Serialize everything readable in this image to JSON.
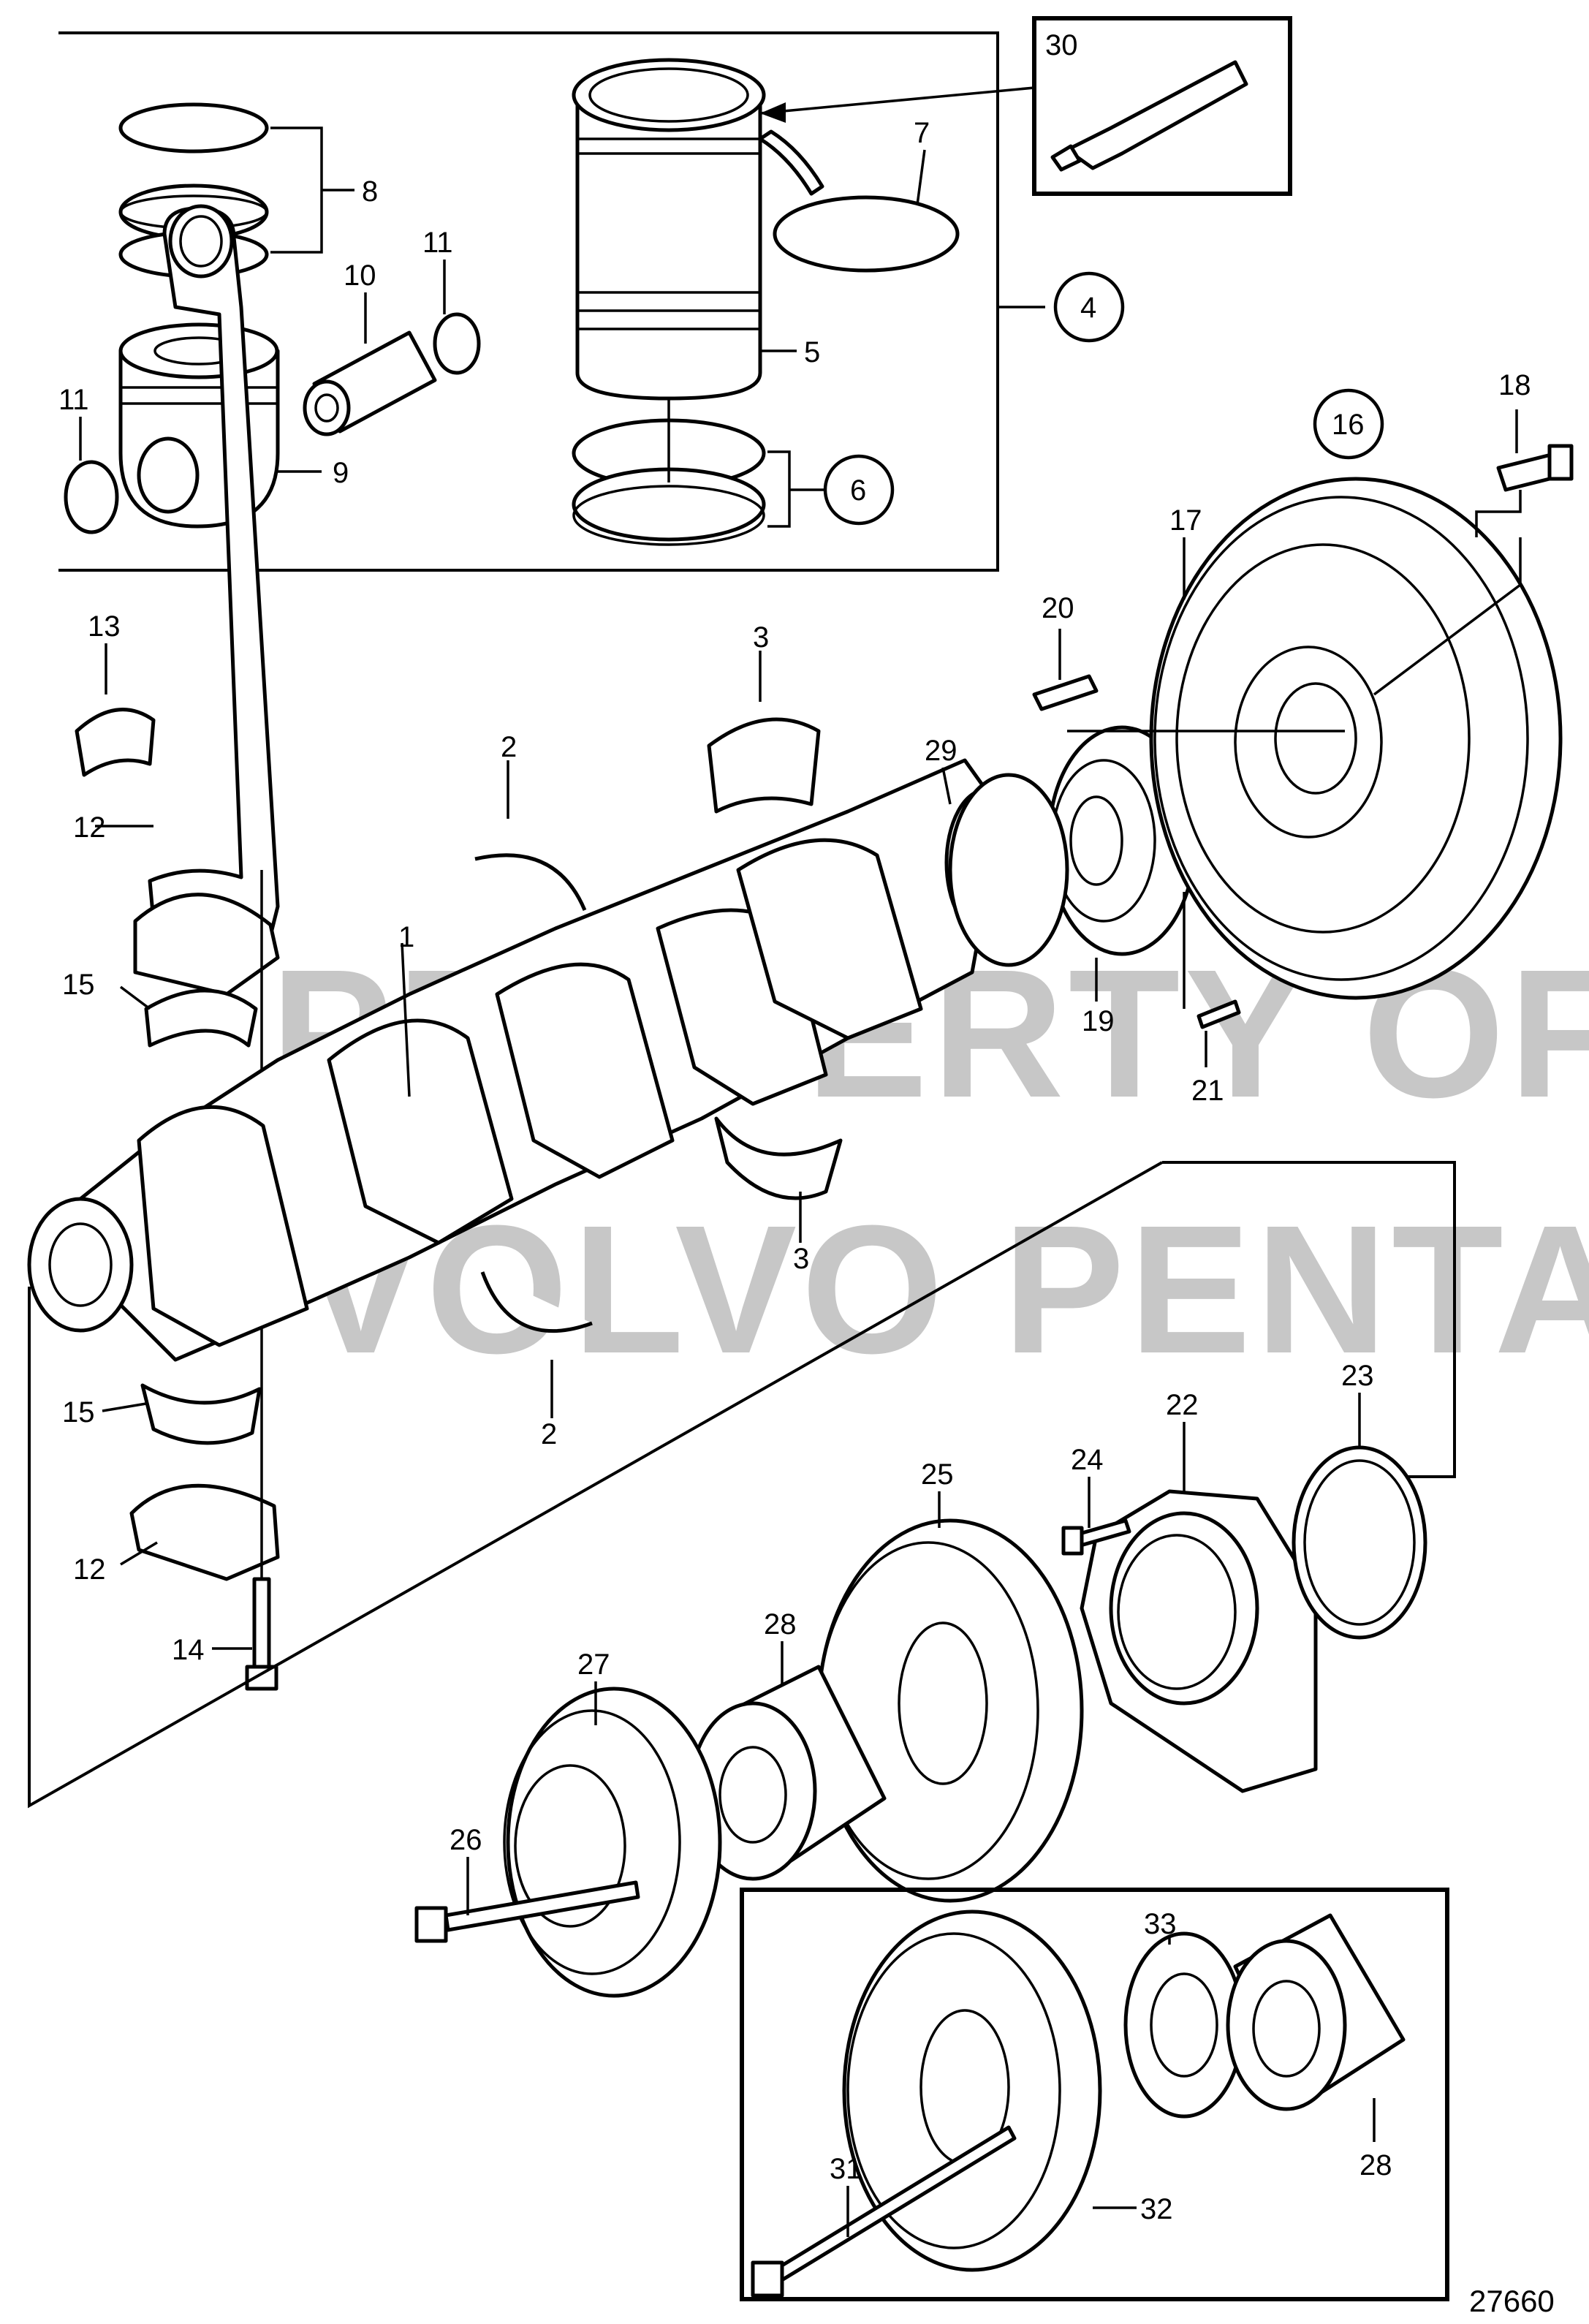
{
  "diagram": {
    "reference_number": "27660",
    "watermark": [
      "PROPERTY OF",
      "VOLVO PENTA"
    ],
    "callouts": [
      {
        "id": "c1",
        "label": "1"
      },
      {
        "id": "c2a",
        "label": "2"
      },
      {
        "id": "c2b",
        "label": "2"
      },
      {
        "id": "c3a",
        "label": "3"
      },
      {
        "id": "c3b",
        "label": "3"
      },
      {
        "id": "c4",
        "label": "4"
      },
      {
        "id": "c5",
        "label": "5"
      },
      {
        "id": "c6",
        "label": "6"
      },
      {
        "id": "c7",
        "label": "7"
      },
      {
        "id": "c8",
        "label": "8"
      },
      {
        "id": "c9",
        "label": "9"
      },
      {
        "id": "c10",
        "label": "10"
      },
      {
        "id": "c11a",
        "label": "11"
      },
      {
        "id": "c11b",
        "label": "11"
      },
      {
        "id": "c12a",
        "label": "12"
      },
      {
        "id": "c12b",
        "label": "12"
      },
      {
        "id": "c13",
        "label": "13"
      },
      {
        "id": "c14",
        "label": "14"
      },
      {
        "id": "c15a",
        "label": "15"
      },
      {
        "id": "c15b",
        "label": "15"
      },
      {
        "id": "c16",
        "label": "16"
      },
      {
        "id": "c17",
        "label": "17"
      },
      {
        "id": "c18",
        "label": "18"
      },
      {
        "id": "c19",
        "label": "19"
      },
      {
        "id": "c20",
        "label": "20"
      },
      {
        "id": "c21",
        "label": "21"
      },
      {
        "id": "c22",
        "label": "22"
      },
      {
        "id": "c23",
        "label": "23"
      },
      {
        "id": "c24",
        "label": "24"
      },
      {
        "id": "c25",
        "label": "25"
      },
      {
        "id": "c26",
        "label": "26"
      },
      {
        "id": "c27",
        "label": "27"
      },
      {
        "id": "c28a",
        "label": "28"
      },
      {
        "id": "c28b",
        "label": "28"
      },
      {
        "id": "c29",
        "label": "29"
      },
      {
        "id": "c30",
        "label": "30"
      },
      {
        "id": "c31",
        "label": "31"
      },
      {
        "id": "c32",
        "label": "32"
      },
      {
        "id": "c33",
        "label": "33"
      }
    ]
  }
}
